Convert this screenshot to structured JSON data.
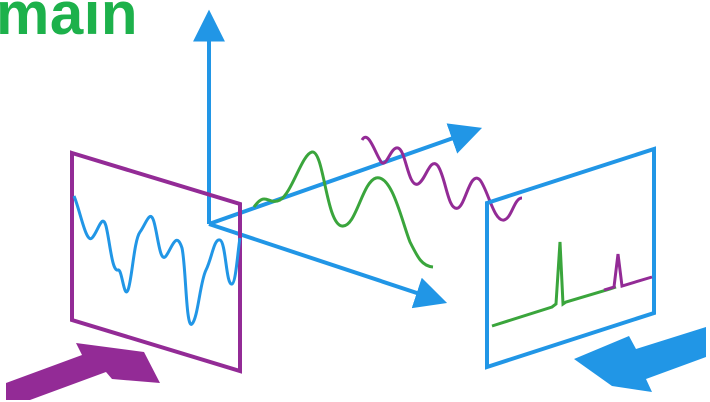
{
  "title": {
    "text": "main",
    "color": "#1db14b"
  },
  "colors": {
    "purple": "#932b96",
    "blue": "#2196e6",
    "green": "#3aa53c",
    "axis": "#2196e6"
  },
  "icons": {
    "input_arrow": "arrow-right-purple",
    "output_arrow": "arrow-left-blue"
  }
}
